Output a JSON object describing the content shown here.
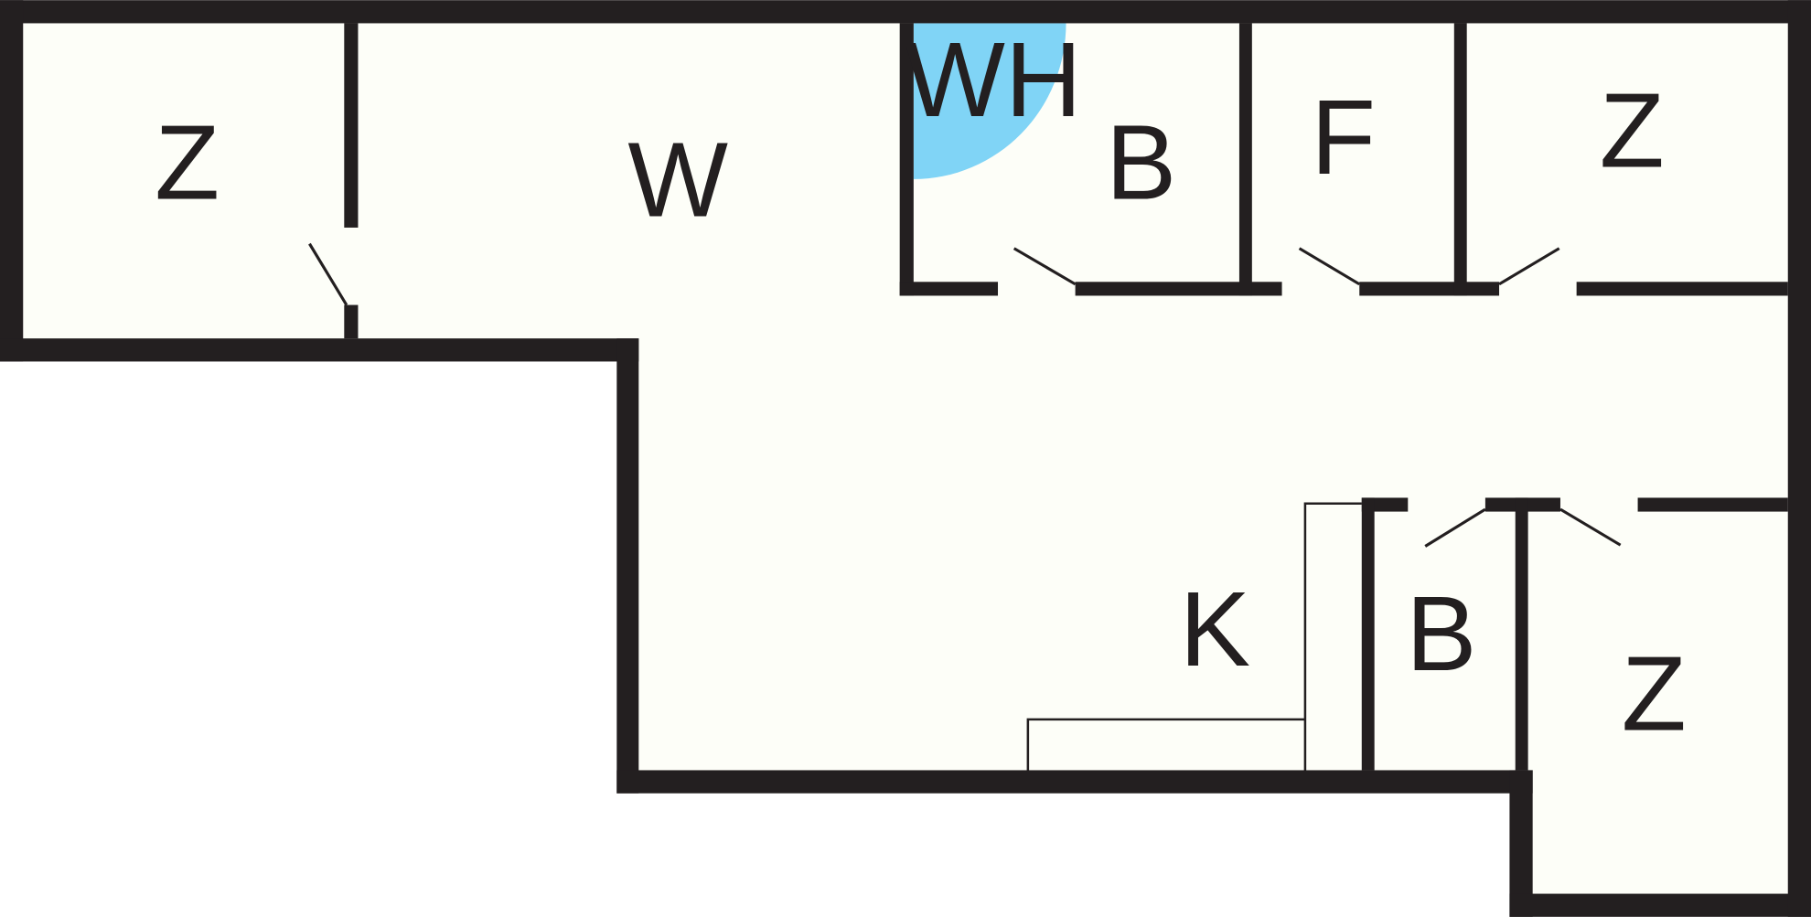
{
  "floorplan": {
    "colors": {
      "wall": "#231f20",
      "floor": "#fdfef8",
      "highlight": "#80d4f6"
    },
    "rooms": [
      {
        "id": "room-z-left",
        "label": "Z"
      },
      {
        "id": "room-w",
        "label": "W"
      },
      {
        "id": "room-wh",
        "label": "WH"
      },
      {
        "id": "room-b-top",
        "label": "B"
      },
      {
        "id": "room-f",
        "label": "F"
      },
      {
        "id": "room-z-top-right",
        "label": "Z"
      },
      {
        "id": "room-k",
        "label": "K"
      },
      {
        "id": "room-b-bottom",
        "label": "B"
      },
      {
        "id": "room-z-bottom-right",
        "label": "Z"
      }
    ]
  }
}
